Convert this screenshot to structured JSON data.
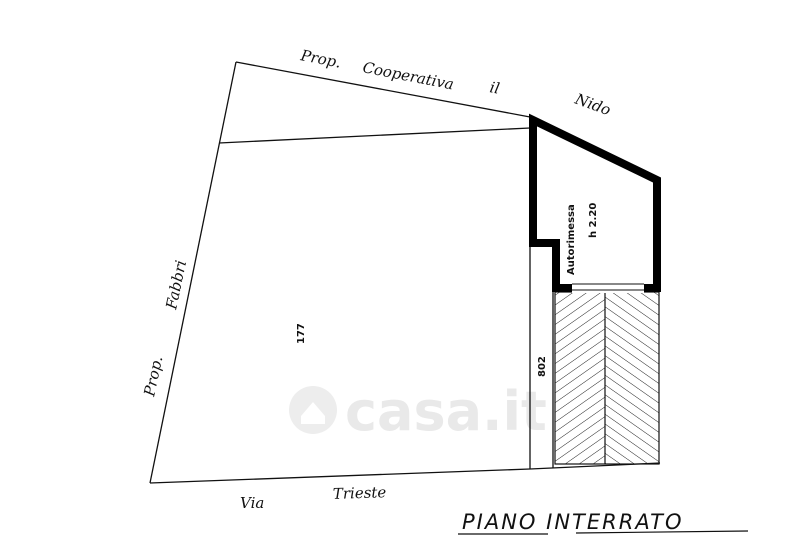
{
  "labels": {
    "north_neighbor": "Prop. Cooperativa il Nido",
    "north_neighbor_parts": [
      "Prop.",
      "Cooperativa",
      "il",
      "Nido"
    ],
    "west_neighbor_parts": [
      "Prop.",
      "Fabbri"
    ],
    "street_parts": [
      "Via",
      "Trieste"
    ],
    "parcel_main": "177",
    "parcel_strip": "802",
    "garage_name": "Autorimessa",
    "garage_height": "h 2.20",
    "floor_title": "PIANO INTERRATO"
  },
  "watermark": "casa.it"
}
